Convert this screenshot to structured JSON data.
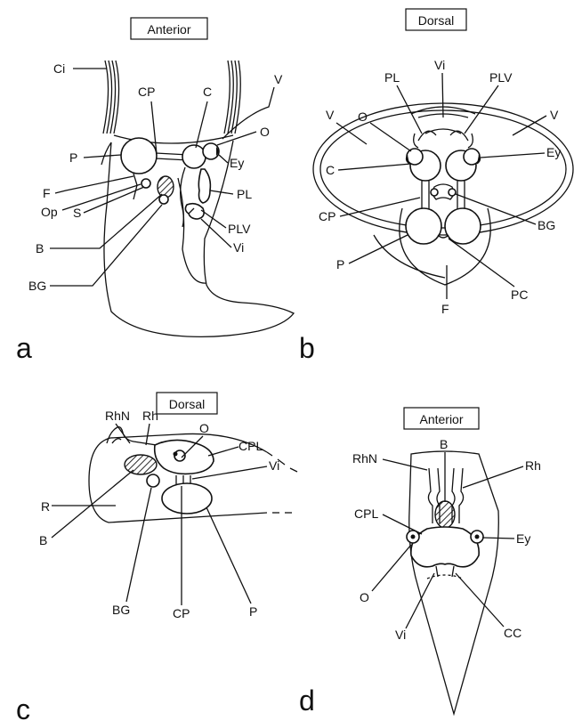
{
  "panels": {
    "a": {
      "letter": "a",
      "orientation": "Anterior",
      "labels": {
        "Ci": "Ci",
        "CP": "CP",
        "C": "C",
        "V": "V",
        "O": "O",
        "P": "P",
        "Ey": "Ey",
        "F": "F",
        "PL": "PL",
        "Op": "Op",
        "S": "S",
        "PLV": "PLV",
        "Vi": "Vi",
        "B": "B",
        "BG": "BG"
      }
    },
    "b": {
      "letter": "b",
      "orientation": "Dorsal",
      "labels": {
        "PL": "PL",
        "Vi": "Vi",
        "PLV": "PLV",
        "V_left": "V",
        "V_right": "V",
        "O": "O",
        "Ey": "Ey",
        "C": "C",
        "CP": "CP",
        "BG": "BG",
        "P": "P",
        "PC": "PC",
        "F": "F"
      }
    },
    "c": {
      "letter": "c",
      "orientation": "Dorsal",
      "labels": {
        "RhN": "RhN",
        "Rh": "Rh",
        "O": "O",
        "CPL": "CPL",
        "Vi": "Vi",
        "R": "R",
        "B": "B",
        "BG": "BG",
        "CP": "CP",
        "P": "P"
      }
    },
    "d": {
      "letter": "d",
      "orientation": "Anterior",
      "labels": {
        "B": "B",
        "RhN": "RhN",
        "Rh": "Rh",
        "CPL": "CPL",
        "Ey": "Ey",
        "O": "O",
        "Vi": "Vi",
        "CC": "CC"
      }
    }
  }
}
